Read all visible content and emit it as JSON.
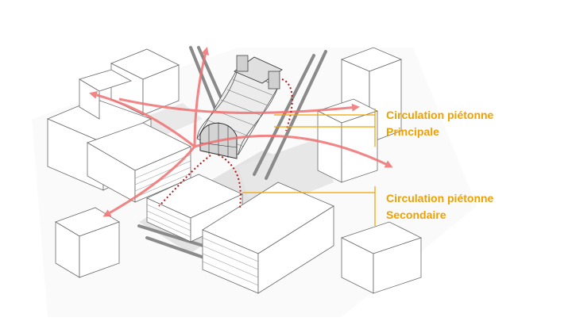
{
  "callouts": {
    "main": {
      "line1": "Circulation piétonne",
      "line2": "Principale"
    },
    "secondary": {
      "line1": "Circulation piétonne",
      "line2": "Secondaire"
    }
  },
  "colors": {
    "callout": "#f0a000",
    "main_flow": "#f07070",
    "secondary_flow": "#b01818",
    "building_fill": "#ffffff",
    "building_stroke": "#6a6a6a",
    "shadow": "#d9d9d9",
    "track": "#8a8a8a"
  }
}
